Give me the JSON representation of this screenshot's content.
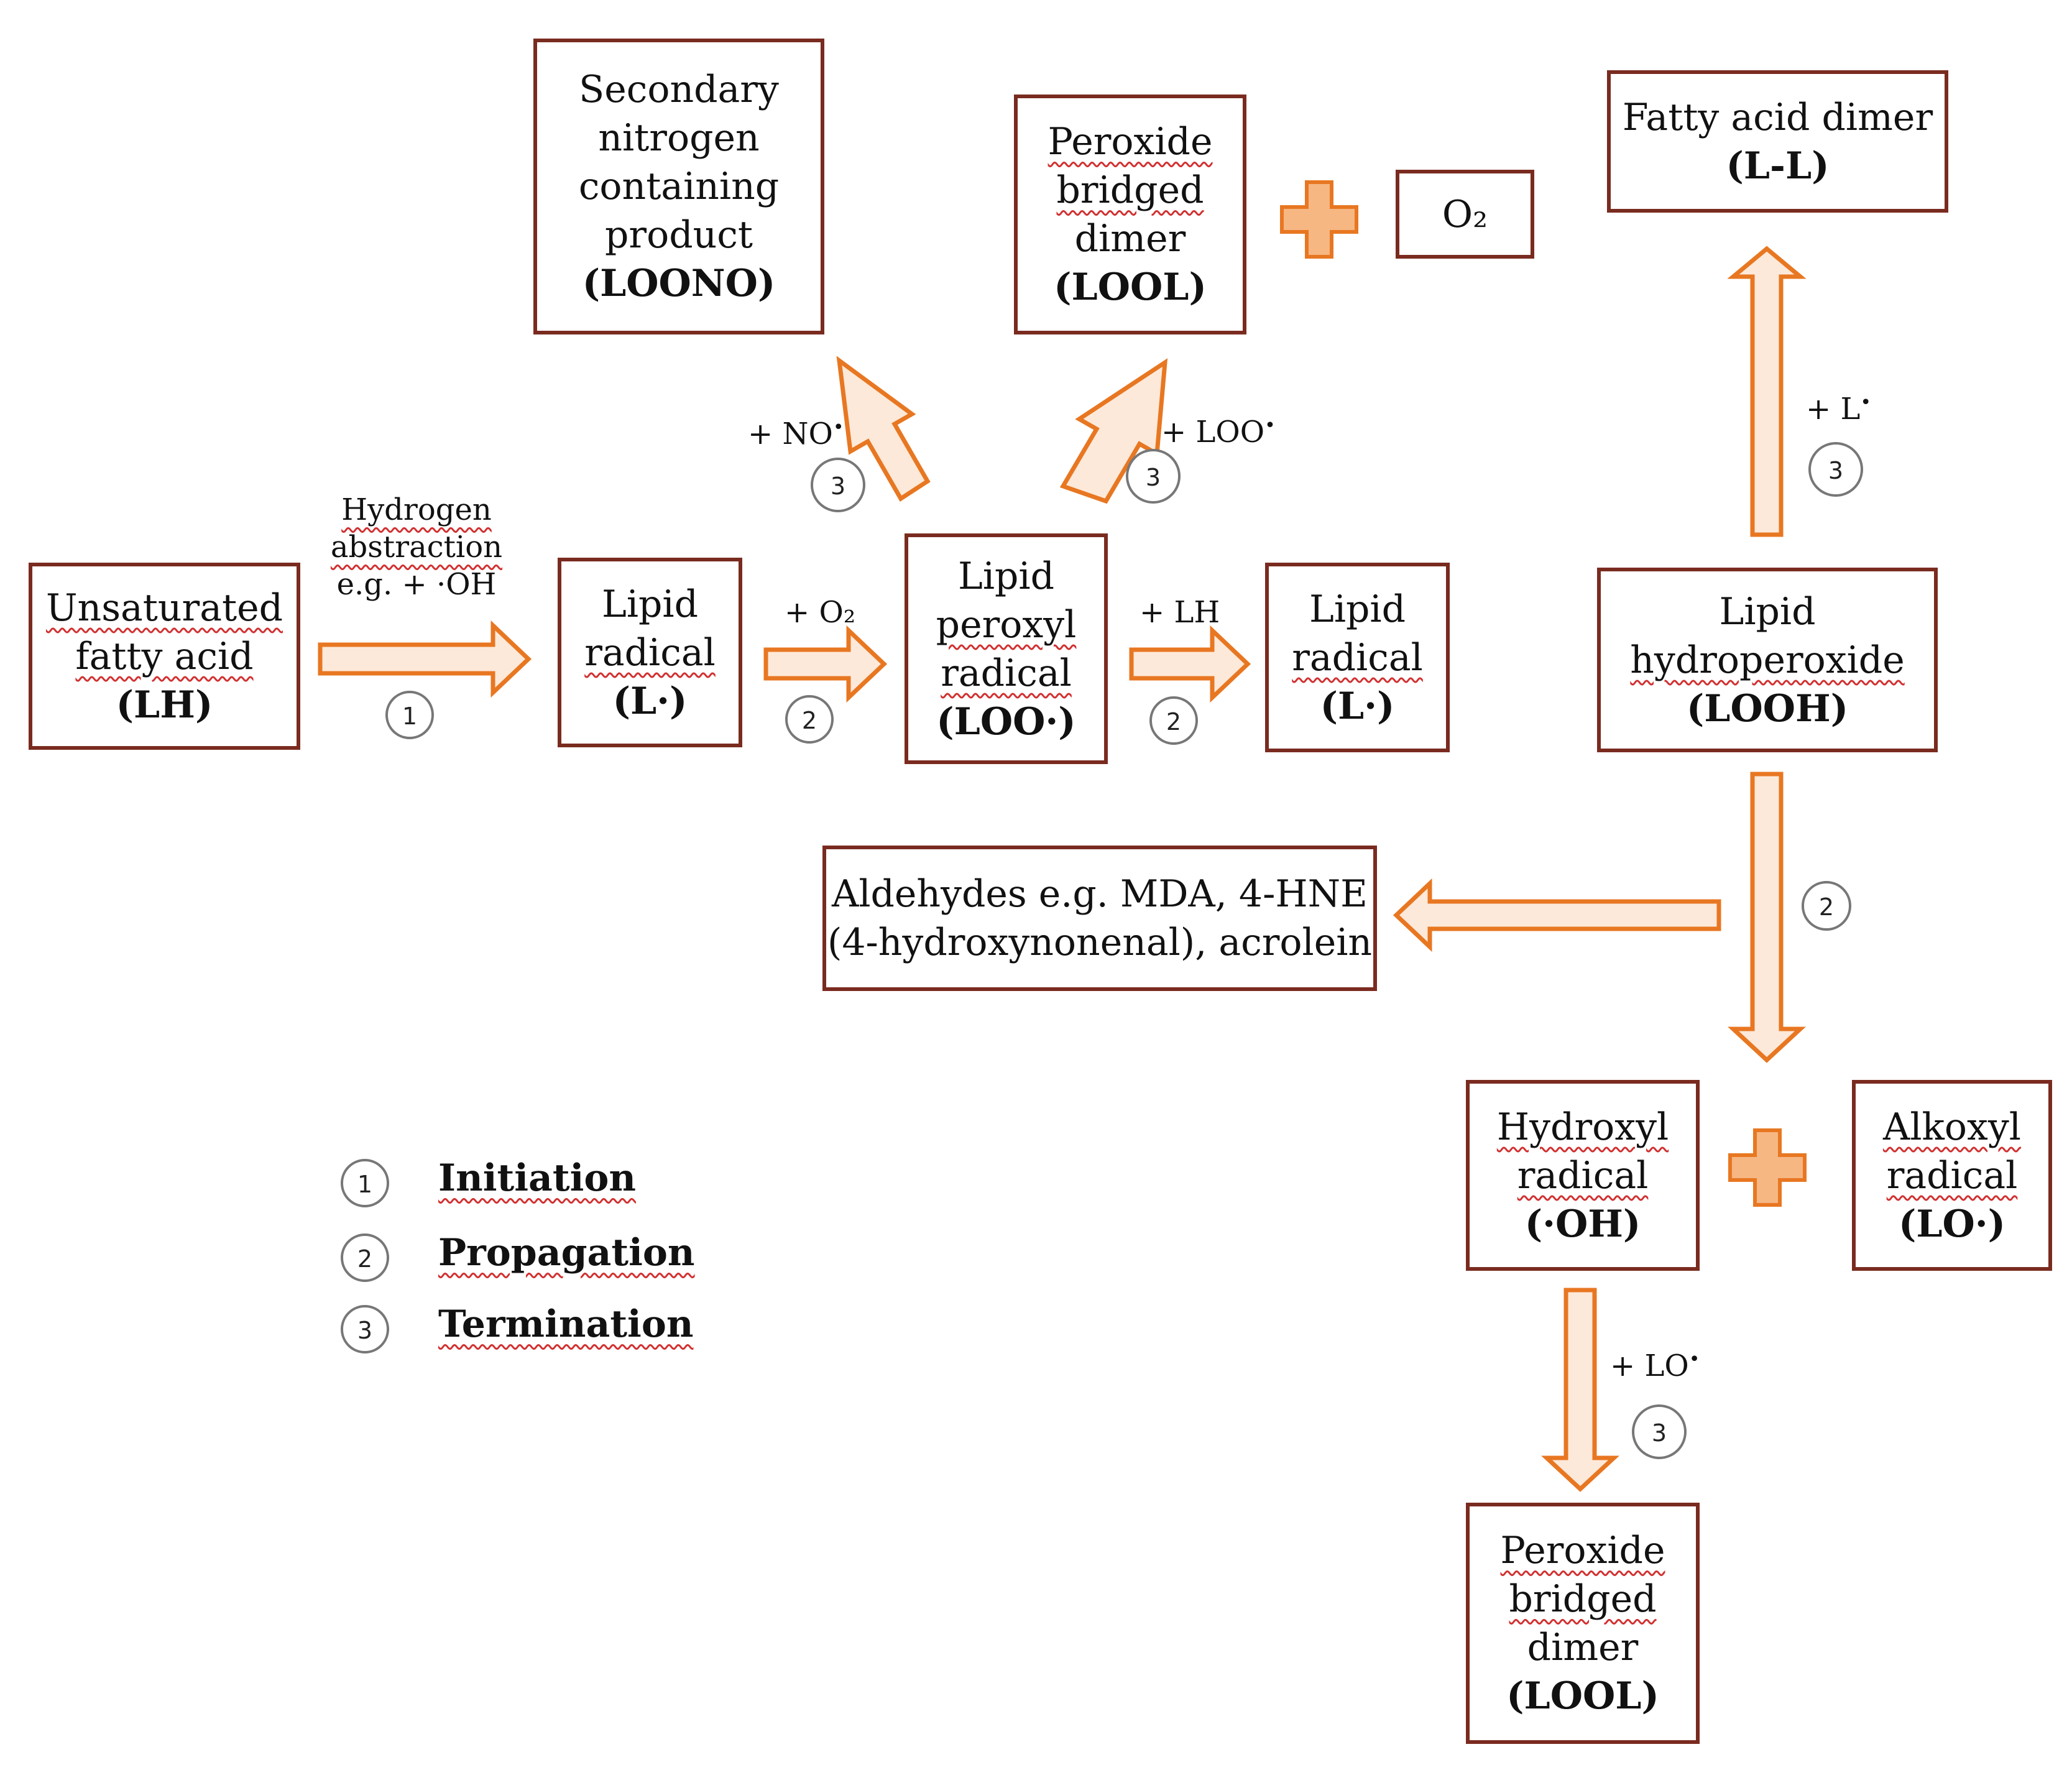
{
  "nodes": {
    "unsaturated_fatty_acid": {
      "lines": [
        "Unsaturated",
        "fatty acid"
      ],
      "abbr": "(LH)"
    },
    "lipid_radical_1": {
      "lines": [
        "Lipid",
        "radical"
      ],
      "abbr": "(L·)"
    },
    "lipid_peroxyl_radical": {
      "lines": [
        "Lipid",
        "peroxyl",
        "radical"
      ],
      "abbr": "(LOO·)"
    },
    "lipid_radical_2": {
      "lines": [
        "Lipid",
        "radical"
      ],
      "abbr": "(L·)"
    },
    "lipid_hydroperoxide": {
      "lines": [
        "Lipid",
        "hydroperoxide"
      ],
      "abbr": "(LOOH)"
    },
    "secondary_nitrogen_product": {
      "lines": [
        "Secondary",
        "nitrogen",
        "containing",
        "product"
      ],
      "abbr": "(LOONO)"
    },
    "peroxide_bridged_dimer_top": {
      "lines": [
        "Peroxide",
        "bridged",
        "dimer"
      ],
      "abbr": "(LOOL)"
    },
    "oxygen": {
      "text": "O₂"
    },
    "fatty_acid_dimer": {
      "lines": [
        "Fatty acid dimer"
      ],
      "abbr": "(L-L)"
    },
    "aldehydes": {
      "lines": [
        "Aldehydes e.g. MDA, 4-HNE",
        "(4-hydroxynonenal), acrolein"
      ]
    },
    "hydroxyl_radical": {
      "lines": [
        "Hydroxyl",
        "radical"
      ],
      "abbr": "(·OH)"
    },
    "alkoxyl_radical": {
      "lines": [
        "Alkoxyl",
        "radical"
      ],
      "abbr": "(LO·)"
    },
    "peroxide_bridged_dimer_bottom": {
      "lines": [
        "Peroxide",
        "bridged",
        "dimer"
      ],
      "abbr": "(LOOL)"
    }
  },
  "labels": {
    "hydrogen_abstraction": [
      "Hydrogen",
      "abstraction",
      "e.g. + ·OH"
    ],
    "plus_o2": "+ O₂",
    "plus_lh": "+ LH",
    "plus_no": "+ NO",
    "plus_loo": "+ LOO",
    "plus_l": "+ L",
    "plus_lo": "+ LO",
    "radical_dot": "•"
  },
  "step_markers": {
    "initiation_step": "1",
    "o2_step": "2",
    "lh_step": "2",
    "no_step": "3",
    "loo_step": "3",
    "l_step": "3",
    "decomposition_step": "2",
    "lo_step": "3"
  },
  "legend": [
    {
      "number": "1",
      "label": "Initiation"
    },
    {
      "number": "2",
      "label": "Propagation"
    },
    {
      "number": "3",
      "label": "Termination"
    }
  ],
  "colors": {
    "box_border": "#7a2b20",
    "arrow_stroke": "#e87722",
    "arrow_fill": "#fde9d9",
    "plus_fill": "#f6b783",
    "circle_stroke": "#777777",
    "wavy_underline": "#d23030"
  }
}
